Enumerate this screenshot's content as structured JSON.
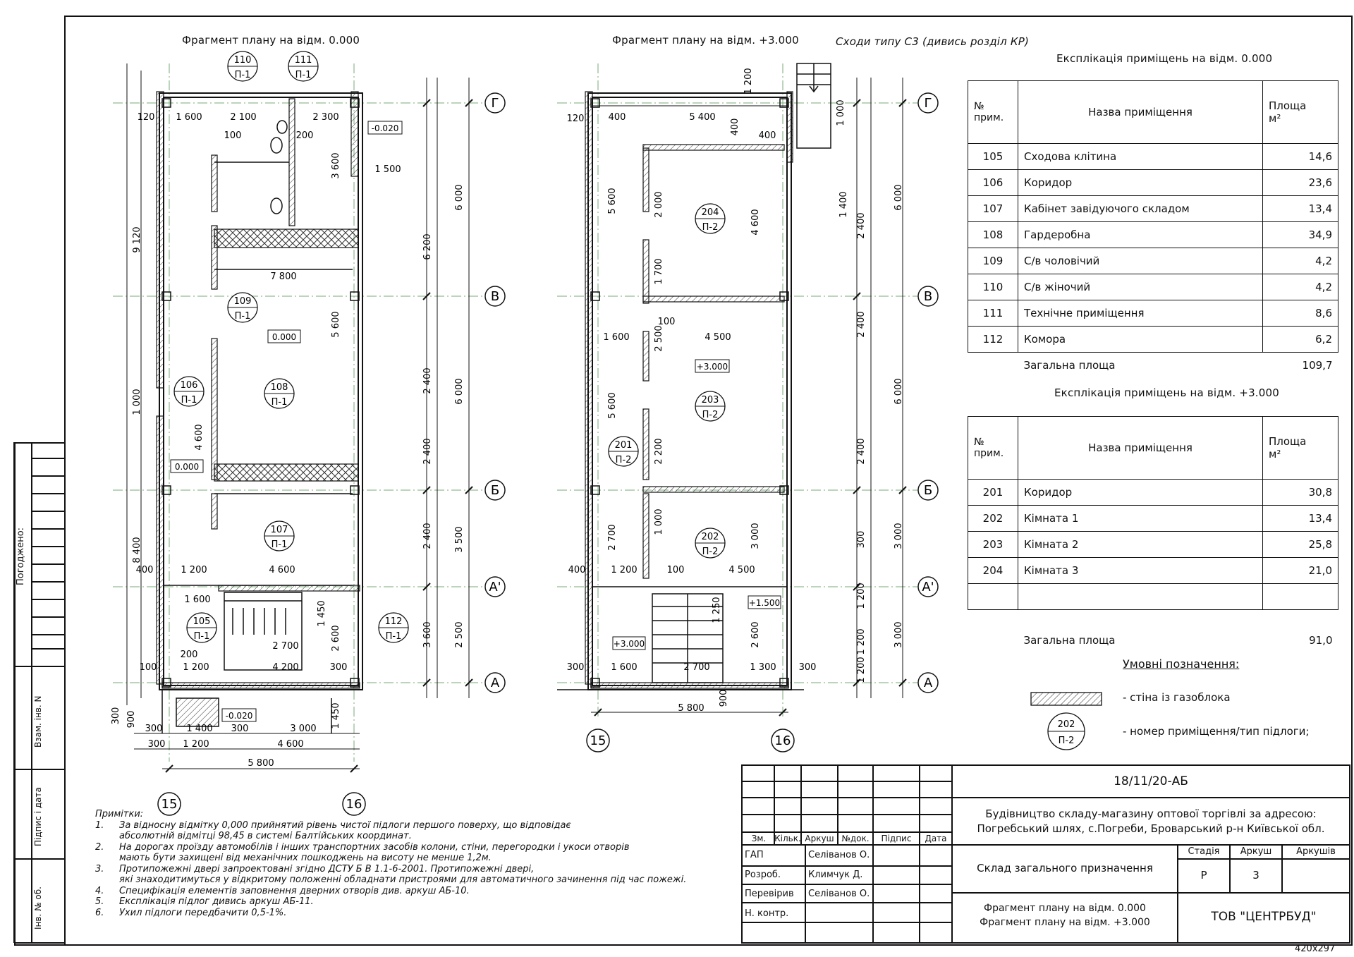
{
  "plan_titles": {
    "left": "Фрагмент плану на відм. 0.000",
    "right": "Фрагмент плану на відм. +3.000",
    "stairs_note": "Сходи типу С3 (дивись розділ КР)"
  },
  "axes": {
    "rows": [
      "Г",
      "В",
      "Б",
      "А'",
      "А"
    ],
    "cols": [
      "15",
      "16"
    ]
  },
  "left_plan": {
    "rooms": [
      {
        "num": "110",
        "type": "П-1"
      },
      {
        "num": "111",
        "type": "П-1"
      },
      {
        "num": "109",
        "type": "П-1"
      },
      {
        "num": "108",
        "type": "П-1"
      },
      {
        "num": "106",
        "type": "П-1"
      },
      {
        "num": "107",
        "type": "П-1"
      },
      {
        "num": "105",
        "type": "П-1"
      },
      {
        "num": "112",
        "type": "П-1"
      }
    ],
    "levels": [
      "-0.020",
      "0.000",
      "0.000",
      "-0.020"
    ],
    "dims": [
      "1 600",
      "2 100",
      "2 300",
      "120",
      "100",
      "200",
      "1 500",
      "3 600",
      "9 120",
      "4 600",
      "7 800",
      "5 600",
      "1 000",
      "4 600",
      "8 400",
      "400",
      "1 200",
      "1 600",
      "2 700",
      "4 200",
      "100",
      "200",
      "1 200",
      "300",
      "1 400",
      "300",
      "3 000",
      "1 200",
      "4 600",
      "5 800",
      "6 000",
      "6 200",
      "2 400",
      "2 400",
      "6 000",
      "2 400",
      "3 500",
      "3 600",
      "2 500",
      "1 450",
      "2 600",
      "1 450",
      "300",
      "900",
      "300"
    ]
  },
  "right_plan": {
    "rooms": [
      {
        "num": "204",
        "type": "П-2"
      },
      {
        "num": "203",
        "type": "П-2"
      },
      {
        "num": "201",
        "type": "П-2"
      },
      {
        "num": "202",
        "type": "П-2"
      }
    ],
    "levels": [
      "+3.000",
      "+1.500",
      "+3.000"
    ],
    "dims": [
      "120",
      "400",
      "5 400",
      "1 200",
      "400",
      "1 000",
      "400",
      "5 600",
      "2 000",
      "4 600",
      "1 400",
      "2 400",
      "6 000",
      "1 700",
      "1 600",
      "4 500",
      "2 500",
      "5 600",
      "2 400",
      "6 000",
      "2 200",
      "2 700",
      "1 000",
      "3 000",
      "2 400",
      "3 000",
      "400",
      "1 200",
      "100",
      "300",
      "4 500",
      "1 200",
      "1 250",
      "2 600",
      "1 200",
      "3 000",
      "300",
      "1 600",
      "2 700",
      "1 300",
      "300",
      "1 200",
      "5 800",
      "900",
      "100"
    ]
  },
  "table1": {
    "title": "Експлікація приміщень на відм. 0.000",
    "headers": {
      "num": "№\nприм.",
      "name": "Назва приміщення",
      "area": "Площа\nм²"
    },
    "rows": [
      {
        "num": "105",
        "name": "Сходова клітина",
        "area": "14,6"
      },
      {
        "num": "106",
        "name": "Коридор",
        "area": "23,6"
      },
      {
        "num": "107",
        "name": "Кабінет завідуючого складом",
        "area": "13,4"
      },
      {
        "num": "108",
        "name": "Гардеробна",
        "area": "34,9"
      },
      {
        "num": "109",
        "name": "С/в чоловічий",
        "area": "4,2"
      },
      {
        "num": "110",
        "name": "С/в жіночий",
        "area": "4,2"
      },
      {
        "num": "111",
        "name": "Технічне приміщення",
        "area": "8,6"
      },
      {
        "num": "112",
        "name": "Комора",
        "area": "6,2"
      }
    ],
    "total_label": "Загальна площа",
    "total": "109,7"
  },
  "table2": {
    "title": "Експлікація приміщень на відм. +3.000",
    "headers": {
      "num": "№\nприм.",
      "name": "Назва приміщення",
      "area": "Площа\nм²"
    },
    "rows": [
      {
        "num": "201",
        "name": "Коридор",
        "area": "30,8"
      },
      {
        "num": "202",
        "name": "Кімната 1",
        "area": "13,4"
      },
      {
        "num": "203",
        "name": "Кімната 2",
        "area": "25,8"
      },
      {
        "num": "204",
        "name": "Кімната 3",
        "area": "21,0"
      },
      {
        "num": "",
        "name": "",
        "area": ""
      }
    ],
    "total_label": "Загальна площа",
    "total": "91,0"
  },
  "legend": {
    "title": "Умовні позначення:",
    "wall": "- стіна із газоблока",
    "room_num": "202",
    "room_type": "П-2",
    "room_desc": "- номер приміщення/тип підлоги;"
  },
  "notes": {
    "title": "Примітки:",
    "items": [
      {
        "n": "1.",
        "lines": [
          "За відносну відмітку 0,000 прийнятий рівень чистої підлоги першого поверху, що відповідає",
          "абсолютній відмітці 98,45 в системі Балтійських координат."
        ]
      },
      {
        "n": "2.",
        "lines": [
          "На дорогах проїзду автомобілів і інших транспортних засобів колони, стіни, перегородки і укоси отворів",
          "мають бути захищені від механічних пошкоджень на висоту не менше 1,2м."
        ]
      },
      {
        "n": "3.",
        "lines": [
          "Протипожежні двері запроектовані згідно ДСТУ Б В 1.1-6-2001. Протипожежні двері,",
          "які знаходитимуться у відкритому положенні обладнати пристроями для автоматичного зачинення під час пожежі."
        ]
      },
      {
        "n": "4.",
        "lines": [
          "Специфікація елементів заповнення дверних отворів див. аркуш АБ-10."
        ]
      },
      {
        "n": "5.",
        "lines": [
          "Експлікація підлог дивись аркуш АБ-11."
        ]
      },
      {
        "n": "6.",
        "lines": [
          "Ухил підлоги передбачити 0,5-1%."
        ]
      }
    ]
  },
  "side_stamp": {
    "agreed": "Погоджено:",
    "inv_replace": "Взам. інв. N",
    "sign_date": "Підпис і дата",
    "inv_orig": "Інв. № об."
  },
  "title_block": {
    "code": "18/11/20-АБ",
    "project": [
      "Будівництво складу-магазину оптової торгівлі за адресою:",
      "Погребський шлях, с.Погреби, Броварський р-н Київської обл."
    ],
    "building": "Склад загального призначення",
    "sheet_title": [
      "Фрагмент плану на відм. 0.000",
      "Фрагмент плану на відм. +3.000"
    ],
    "company": "ТОВ \"ЦЕНТРБУД\"",
    "col_headers": [
      "Зм.",
      "Кільк.",
      "Аркуш",
      "№док.",
      "Підпис",
      "Дата"
    ],
    "stage_label": "Стадія",
    "sheet_label": "Аркуш",
    "sheets_label": "Аркушів",
    "stage": "Р",
    "sheet": "3",
    "sheets": "",
    "people": [
      {
        "role": "ГАП",
        "name": "Селіванов О."
      },
      {
        "role": "Розроб.",
        "name": "Климчук Д."
      },
      {
        "role": "Перевірив",
        "name": "Селіванов О."
      },
      {
        "role": "Н. контр.",
        "name": ""
      }
    ],
    "format": "420х297"
  }
}
